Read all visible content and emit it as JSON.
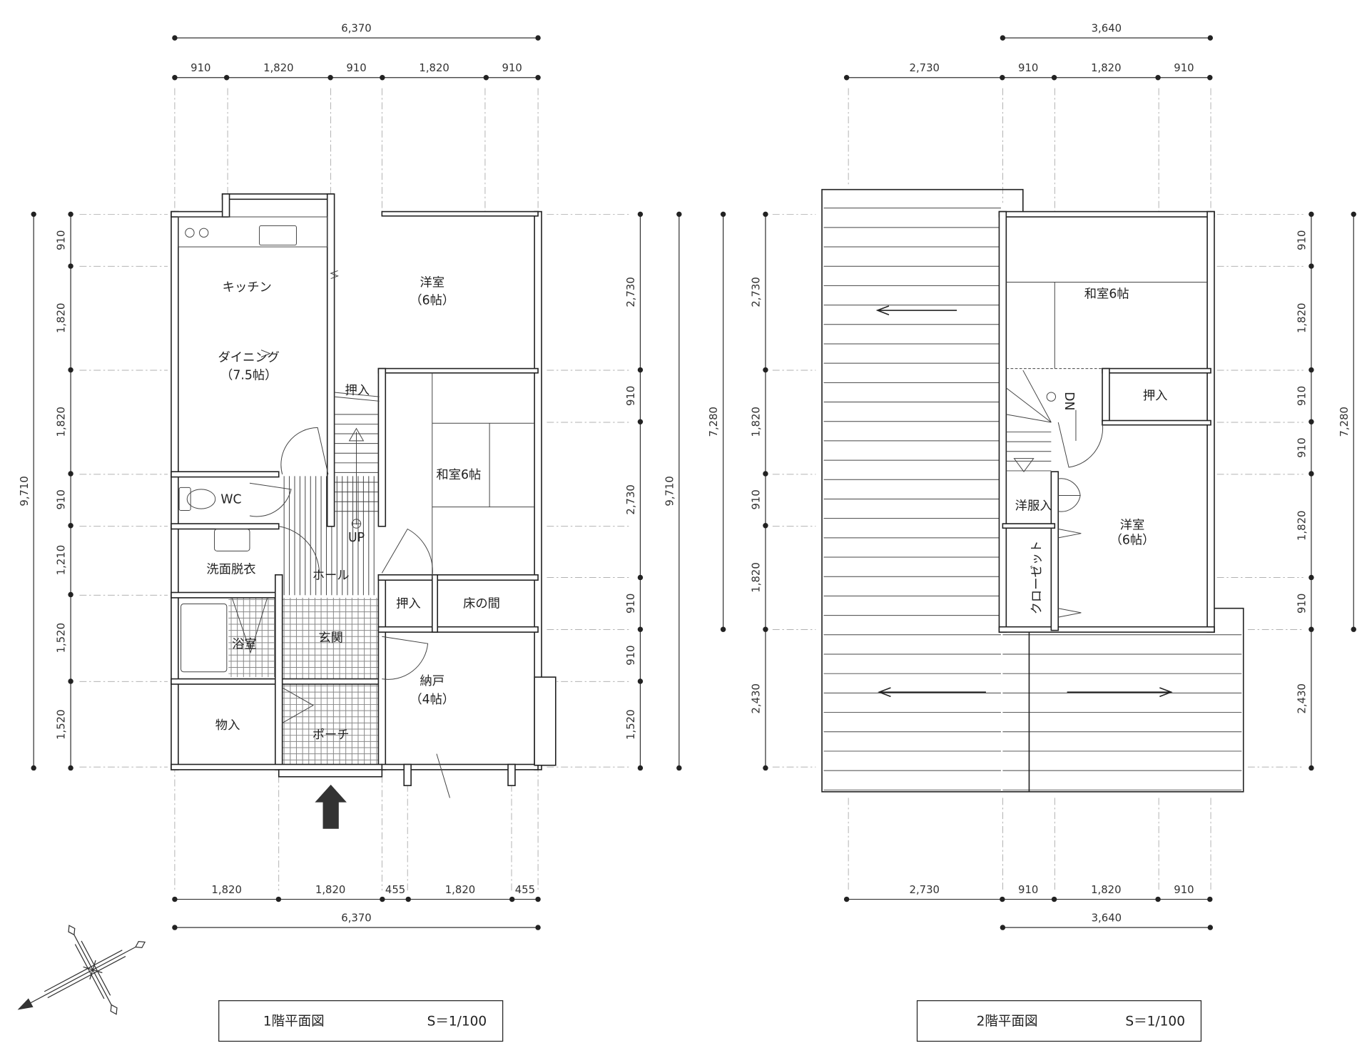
{
  "floor1": {
    "title": "1階平面図",
    "scale": "S＝1/100",
    "rooms": {
      "kitchen": "キッチン",
      "western": "洋室",
      "western_size": "（6帖）",
      "dining": "ダイニング",
      "dining_size": "（7.5帖）",
      "closet1": "押入",
      "japanese": "和室6帖",
      "wc": "WC",
      "up": "UP",
      "washroom": "洗面脱衣",
      "hall": "ホール",
      "closet2": "押入",
      "tokonoma": "床の間",
      "bath": "浴室",
      "entrance": "玄関",
      "storage": "納戸",
      "storage_size": "（4帖）",
      "monoire": "物入",
      "porch": "ポーチ"
    },
    "dims": {
      "top_total": {
        "values": [
          6370
        ],
        "labels": [
          "6,370"
        ]
      },
      "top": {
        "values": [
          910,
          1820,
          910,
          1820,
          910
        ],
        "labels": [
          "910",
          "1,820",
          "910",
          "1,820",
          "910"
        ]
      },
      "bottom": {
        "values": [
          1820,
          1820,
          455,
          1820,
          455
        ],
        "labels": [
          "1,820",
          "1,820",
          "455",
          "1,820",
          "455"
        ]
      },
      "bottom_total": {
        "values": [
          6370
        ],
        "labels": [
          "6,370"
        ]
      },
      "left": {
        "values": [
          910,
          1820,
          1820,
          910,
          1210,
          1520,
          1520
        ],
        "labels": [
          "910",
          "1,820",
          "1,820",
          "910",
          "1,210",
          "1,520",
          "1,520"
        ]
      },
      "left_total": {
        "values": [
          9710
        ],
        "labels": [
          "9,710"
        ]
      },
      "right": {
        "values": [
          2730,
          910,
          2730,
          910,
          910,
          1520
        ],
        "labels": [
          "2,730",
          "910",
          "2,730",
          "910",
          "910",
          "1,520"
        ]
      },
      "right_total": {
        "values": [
          9710
        ],
        "labels": [
          "9,710"
        ]
      }
    }
  },
  "floor2": {
    "title": "2階平面図",
    "scale": "S＝1/100",
    "rooms": {
      "japanese": "和室6帖",
      "closet": "押入",
      "down": "DN",
      "wardrobe": "洋服入",
      "western": "洋室",
      "western_size": "（6帖）",
      "walkin": "クローゼット"
    },
    "dims": {
      "top_total": {
        "values": [
          3640
        ],
        "labels": [
          "3,640"
        ]
      },
      "top": {
        "values": [
          2730,
          910,
          1820,
          910
        ],
        "labels": [
          "2,730",
          "910",
          "1,820",
          "910"
        ]
      },
      "bottom": {
        "values": [
          2730,
          910,
          1820,
          910
        ],
        "labels": [
          "2,730",
          "910",
          "1,820",
          "910"
        ]
      },
      "bottom_total": {
        "values": [
          3640
        ],
        "labels": [
          "3,640"
        ]
      },
      "left": {
        "values": [
          2730,
          1820,
          910,
          1820,
          2430
        ],
        "labels": [
          "2,730",
          "1,820",
          "910",
          "1,820",
          "2,430"
        ]
      },
      "left_total": {
        "values": [
          7280
        ],
        "labels": [
          "7,280"
        ]
      },
      "right": {
        "values": [
          910,
          1820,
          910,
          910,
          1820,
          910,
          2430
        ],
        "labels": [
          "910",
          "1,820",
          "910",
          "910",
          "1,820",
          "910",
          "2,430"
        ]
      },
      "right_total": {
        "values": [
          7280
        ],
        "labels": [
          "7,280"
        ]
      }
    }
  }
}
